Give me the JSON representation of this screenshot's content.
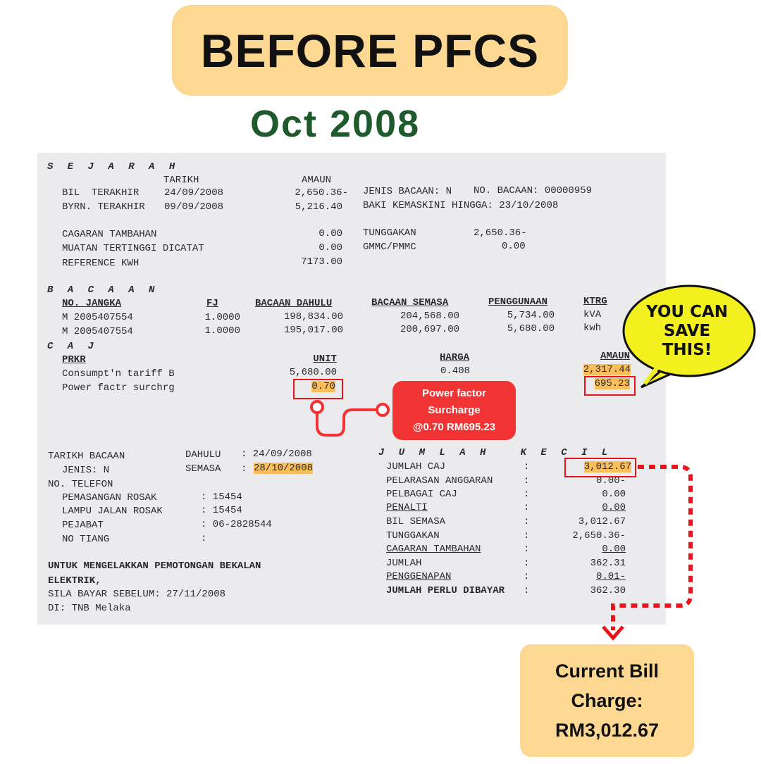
{
  "header": {
    "title": "BEFORE PFCS",
    "subtitle": "Oct 2008"
  },
  "sejarah": {
    "heading": "S E J A R A H",
    "col_tarikh": "TARIKH",
    "col_amaun": "AMAUN",
    "rows": [
      {
        "label": "BIL  TERAKHIR",
        "date": "24/09/2008",
        "amount": "2,650.36-"
      },
      {
        "label": "BYRN. TERAKHIR",
        "date": "09/09/2008",
        "amount": "5,216.40"
      }
    ],
    "jenis_bacaan": "JENIS BACAAN: N",
    "no_bacaan": "NO. BACAAN: 00000959",
    "baki": "BAKI KEMASKINI HINGGA: 23/10/2008",
    "cagaran_label": "CAGARAN TAMBAHAN",
    "cagaran": "0.00",
    "muatan_label": "MUATAN TERTINGGI DICATAT",
    "muatan": "0.00",
    "ref_label": "REFERENCE KWH",
    "ref": "7173.00",
    "tunggakan_label": "TUNGGAKAN",
    "tunggakan": "2,650.36-",
    "gmmc_label": "GMMC/PMMC",
    "gmmc": "0.00"
  },
  "bacaan": {
    "heading": "B A C A A N",
    "headers": [
      "NO. JANGKA",
      "FJ",
      "BACAAN DAHULU",
      "BACAAN SEMASA",
      "PENGGUNAAN",
      "KTRG"
    ],
    "rows": [
      [
        "M 2005407554",
        "1.0000",
        "198,834.00",
        "204,568.00",
        "5,734.00",
        "kVA"
      ],
      [
        "M 2005407554",
        "1.0000",
        "195,017.00",
        "200,697.00",
        "5,680.00",
        "kwh"
      ]
    ]
  },
  "caj": {
    "heading": "C A J",
    "headers": [
      "PRKR",
      "UNIT",
      "HARGA",
      "AMAUN"
    ],
    "rows": [
      [
        "Consumpt'n tariff B",
        "5,680.00",
        "0.408",
        "2,317.44"
      ],
      [
        "Power factr surchrg",
        "0.70",
        "",
        "695.23"
      ]
    ]
  },
  "callout": {
    "line1": "Power factor",
    "line2": "Surcharge",
    "line3": "@0.70 RM695.23"
  },
  "bubble": {
    "line1": "YOU CAN",
    "line2": "SAVE",
    "line3": "THIS!"
  },
  "tarikh": {
    "label": "TARIKH BACAAN",
    "dahulu_label": "DAHULU",
    "dahulu": ": 24/09/2008",
    "jenis": "JENIS: N",
    "semasa_label": "SEMASA",
    "semasa_colon": ":",
    "semasa": "28/10/2008"
  },
  "telefon": {
    "heading": "NO. TELEFON",
    "rows": [
      [
        "PEMASANGAN ROSAK",
        ": 15454"
      ],
      [
        "LAMPU JALAN ROSAK",
        ": 15454"
      ],
      [
        "PEJABAT",
        ": 06-2828544"
      ],
      [
        "NO TIANG",
        ":"
      ]
    ]
  },
  "notice": [
    "UNTUK MENGELAKKAN PEMOTONGAN BEKALAN",
    "ELEKTRIK,",
    "SILA BAYAR SEBELUM: 27/11/2008",
    "DI: TNB Melaka"
  ],
  "jumlah": {
    "heading": "J U M L A H   K E C I L",
    "rows": [
      [
        "JUMLAH CAJ",
        "3,012.67"
      ],
      [
        "PELARASAN ANGGARAN",
        "0.00-"
      ],
      [
        "PELBAGAI CAJ",
        "0.00"
      ],
      [
        "PENALTI",
        "0.00"
      ],
      [
        "BIL SEMASA",
        "3,012.67"
      ],
      [
        "TUNGGAKAN",
        "2,650.36-"
      ],
      [
        "CAGARAN TAMBAHAN",
        "0.00"
      ],
      [
        "JUMLAH",
        "362.31"
      ],
      [
        "PENGGENAPAN",
        "0.01-"
      ],
      [
        "JUMLAH PERLU DIBAYAR",
        "362.30"
      ]
    ],
    "colon": ":"
  },
  "current_bill": {
    "line1": "Current Bill",
    "line2": "Charge:",
    "line3": "RM3,012.67"
  },
  "colors": {
    "red": "#e8141a",
    "yellow": "#f3f01f",
    "cream": "#fdd892",
    "green": "#1e5a2b"
  }
}
